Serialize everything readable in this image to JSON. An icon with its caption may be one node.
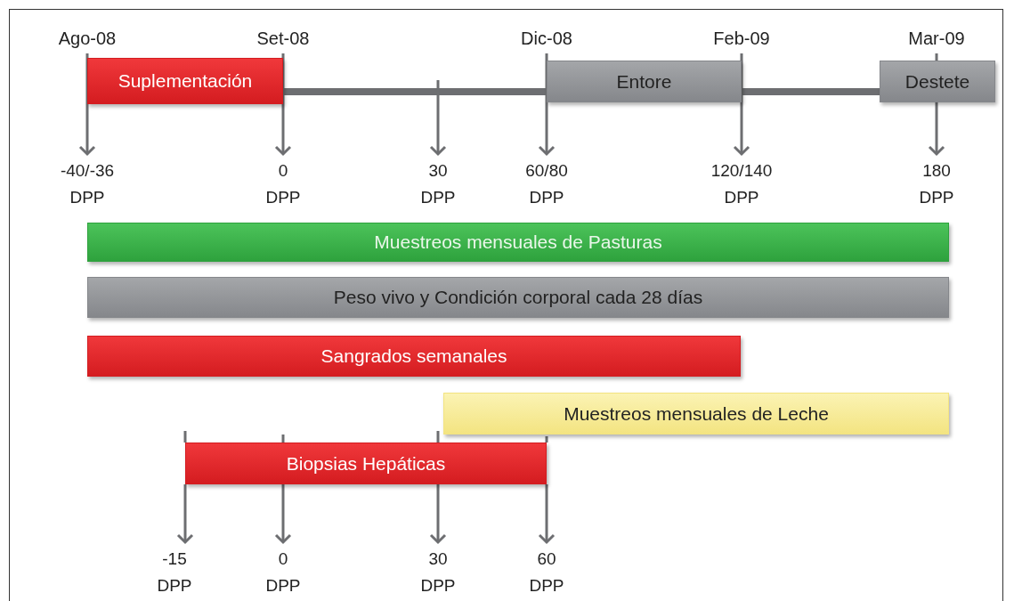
{
  "diagram": {
    "nodes": [
      {
        "text": [
          "Ago-08"
        ]
      },
      {
        "text": [
          "Set-08"
        ]
      },
      {
        "text": [
          "Dic-08"
        ]
      },
      {
        "text": [
          "Feb-09"
        ]
      },
      {
        "text": [
          "Mar-09"
        ]
      },
      {
        "text": [
          "Suplementación"
        ]
      },
      {
        "text": [
          "Entore"
        ]
      },
      {
        "text": [
          "Destete"
        ]
      },
      {
        "text": [
          "-40/-36 DPP"
        ]
      },
      {
        "text": [
          "0 DPP"
        ]
      },
      {
        "text": [
          "30 DPP"
        ]
      },
      {
        "text": [
          "60/80 DPP"
        ]
      },
      {
        "text": [
          "120/140 DPP"
        ]
      },
      {
        "text": [
          "180 DPP"
        ]
      },
      {
        "text": [
          "Muestreos mensuales de Pasturas"
        ]
      },
      {
        "text": [
          "Peso vivo y Condición corporal cada 28 días"
        ]
      },
      {
        "text": [
          "Sangrados semanales"
        ]
      },
      {
        "text": [
          "Muestreos mensuales de Leche"
        ]
      },
      {
        "text": [
          "Biopsias Hepáticas"
        ]
      },
      {
        "text": [
          "-15 DPP"
        ]
      },
      {
        "text": [
          "0 DPP"
        ]
      },
      {
        "text": [
          "30 DPP"
        ]
      },
      {
        "text": [
          "60 DPP"
        ]
      }
    ],
    "edges": [
      {
        "from": 0,
        "to": 8,
        "arrow": "to"
      },
      {
        "from": 1,
        "to": 9,
        "arrow": "to"
      },
      {
        "from": null,
        "to": 10,
        "arrow": "to"
      },
      {
        "from": 2,
        "to": 11,
        "arrow": "to"
      },
      {
        "from": 3,
        "to": 12,
        "arrow": "to"
      },
      {
        "from": 7,
        "to": 13,
        "arrow": "to"
      },
      {
        "from": 18,
        "to": 19,
        "arrow": "to"
      },
      {
        "from": 18,
        "to": 20,
        "arrow": "to"
      },
      {
        "from": 18,
        "to": 21,
        "arrow": "to"
      },
      {
        "from": 18,
        "to": 22,
        "arrow": "to"
      }
    ]
  }
}
